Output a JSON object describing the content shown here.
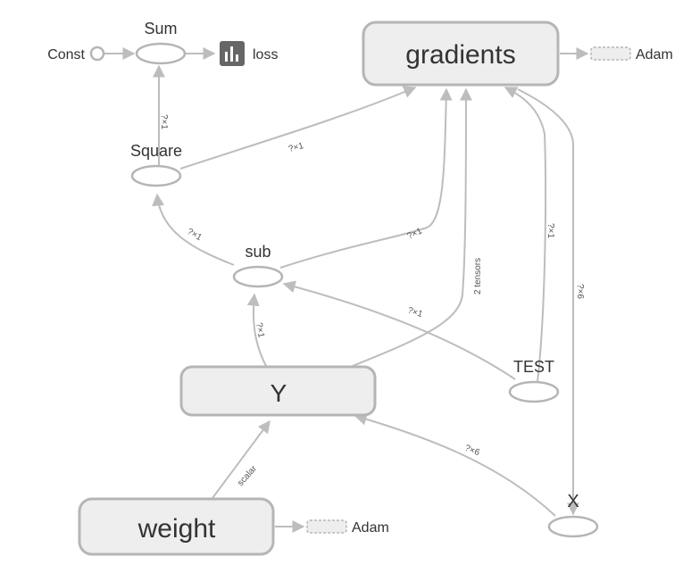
{
  "nodes": {
    "gradients": "gradients",
    "y": "Y",
    "weight": "weight",
    "sum": "Sum",
    "const": "Const",
    "loss": "loss",
    "square": "Square",
    "sub": "sub",
    "test": "TEST",
    "x": "X",
    "adam_gradients": "Adam",
    "adam_weight": "Adam"
  },
  "edge_labels": {
    "square_to_sum": "?×1",
    "square_to_gradients": "?×1",
    "sub_to_square": "?×1",
    "sub_to_gradients": "?×1",
    "y_to_sub": "?×1",
    "y_to_gradients": "2 tensors",
    "test_to_sub": "?×1",
    "test_to_gradients": "?×1",
    "gradients_to_x": "?×6",
    "x_to_y": "?×6",
    "weight_to_y": "scalar"
  },
  "colors": {
    "edge": "#bdbdbd",
    "node_fill": "#eeeeee",
    "node_stroke": "#b5b5b5",
    "summary_icon": "#666666"
  }
}
